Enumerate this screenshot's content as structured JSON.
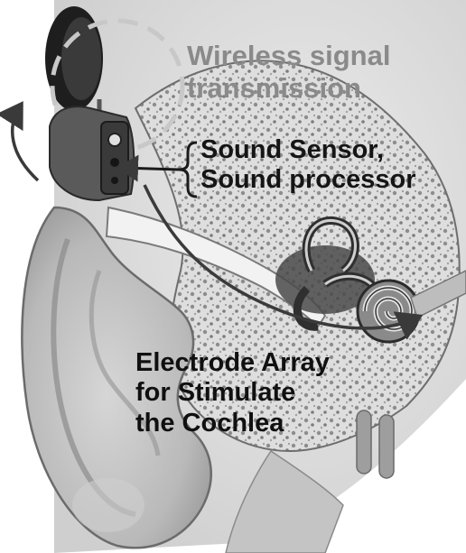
{
  "labels": {
    "wireless": [
      "Wireless signal",
      "transmission"
    ],
    "sensor": [
      "Sound Sensor,",
      "Sound processor"
    ],
    "array": [
      "Electrode Array",
      "for Stimulate",
      "the Cochlea"
    ]
  },
  "icons": [
    "ear-illustration",
    "external-coil",
    "sound-processor",
    "cochlea",
    "electrode-array-arrow",
    "signal-arrow",
    "brace"
  ],
  "colors": {
    "wireless_text": "#8a8a8a",
    "label_text": "#151515",
    "arrow": "#3a3a3a",
    "dashed_circle": "#c8c8c8"
  }
}
